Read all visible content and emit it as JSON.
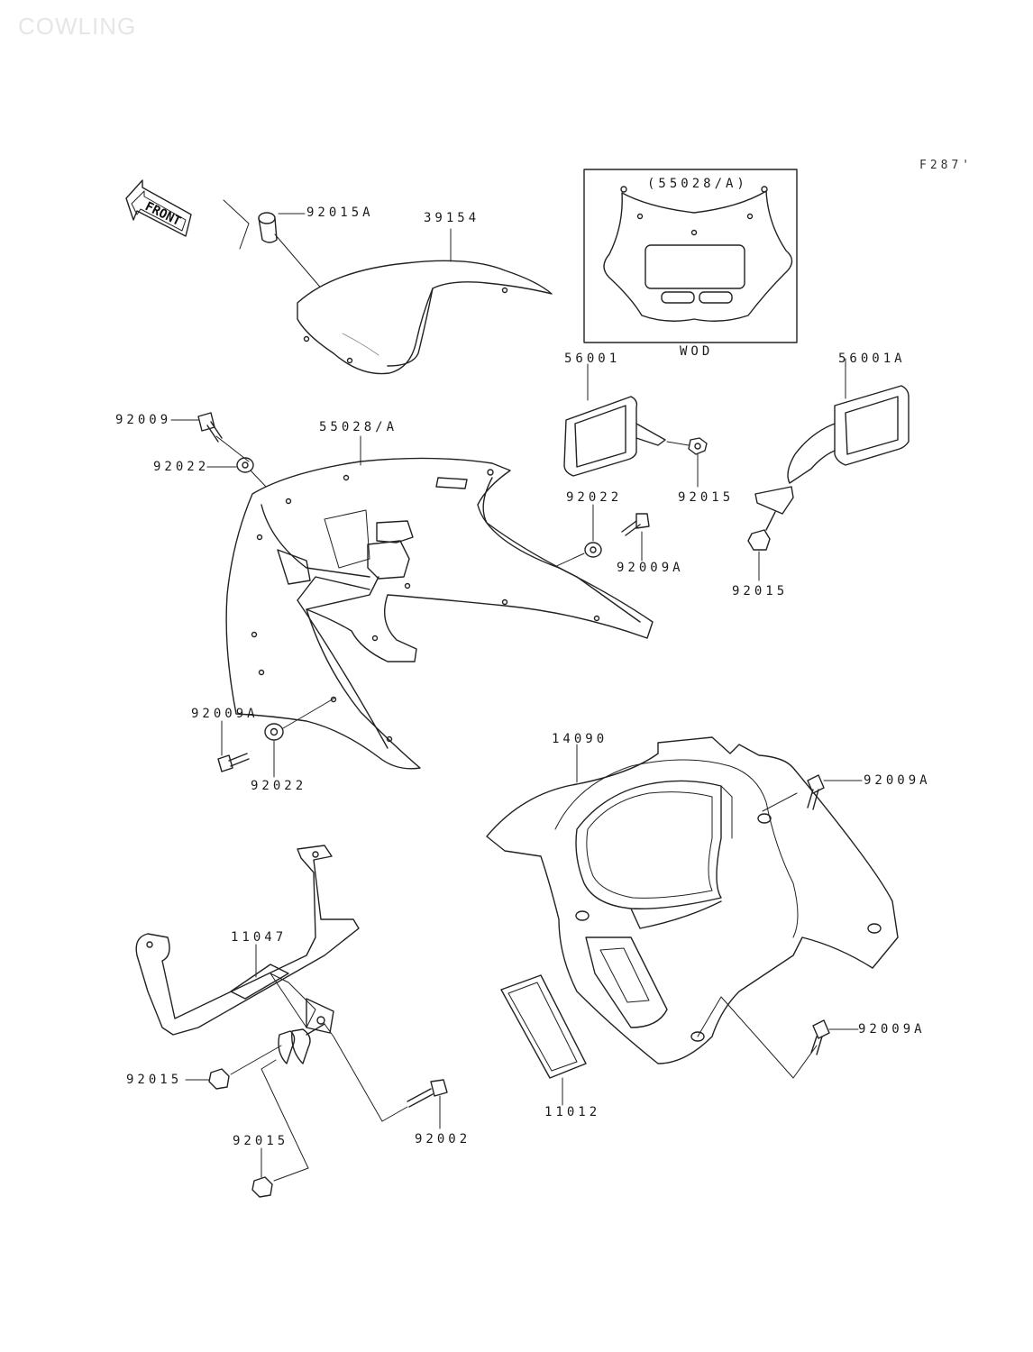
{
  "watermark": "COWLING",
  "figure_id": "F287'",
  "front_arrow_label": "FRONT",
  "variant_box": {
    "title": "(55028/A)",
    "caption": "WOD"
  },
  "parts": {
    "p92015A_top": "92015A",
    "p39154": "39154",
    "p56001": "56001",
    "p56001A": "56001A",
    "p92009_left": "92009",
    "p55028A": "55028/A",
    "p92022_upper": "92022",
    "p92022_mid": "92022",
    "p92015_mirror": "92015",
    "p92009A_mid": "92009A",
    "p92015_right": "92015",
    "p92009A_left": "92009A",
    "p92022_lower": "92022",
    "p14090": "14090",
    "p92009A_right_top": "92009A",
    "p11047": "11047",
    "p92015_stay": "92015",
    "p92002": "92002",
    "p92015_bottom": "92015",
    "p11012": "11012",
    "p92009A_right_bottom": "92009A"
  }
}
